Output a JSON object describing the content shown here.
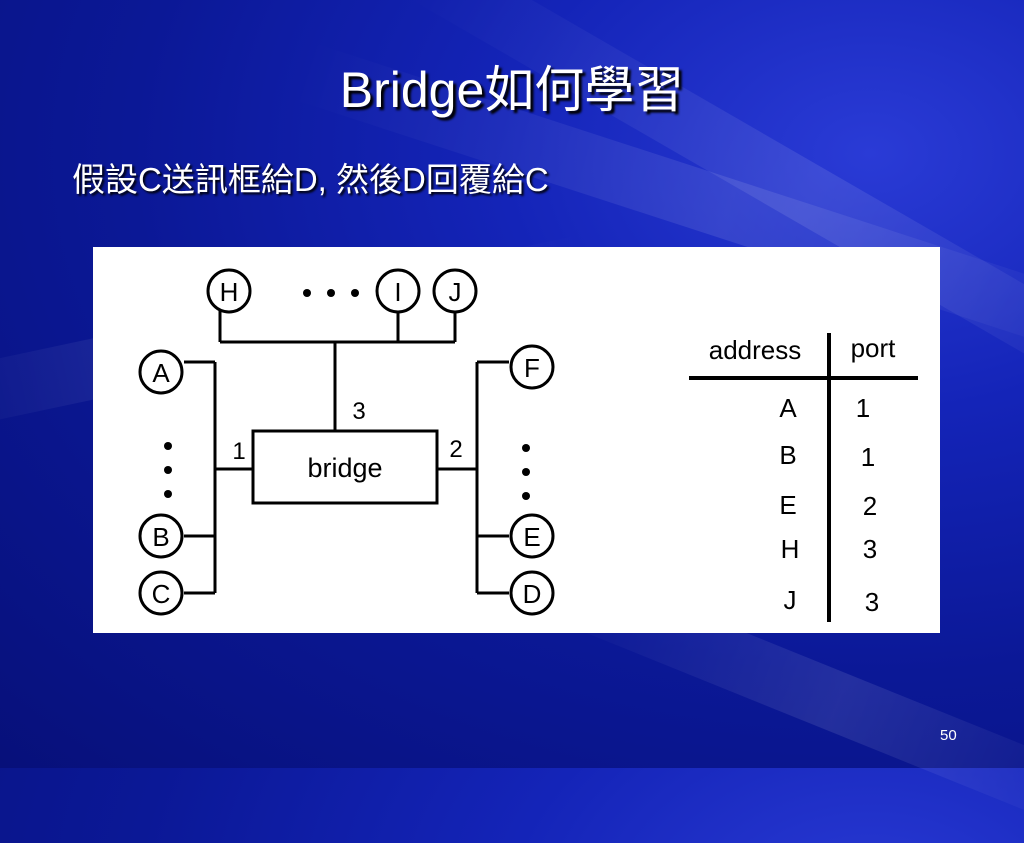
{
  "slide": {
    "title": "Bridge如何學習",
    "subtitle": "假設C送訊框給D, 然後D回覆給C",
    "number": "50"
  },
  "diagram": {
    "bridge_label": "bridge",
    "ports": {
      "p1": "1",
      "p2": "2",
      "p3": "3"
    },
    "nodes": {
      "A": "A",
      "B": "B",
      "C": "C",
      "D": "D",
      "E": "E",
      "F": "F",
      "H": "H",
      "I": "I",
      "J": "J"
    },
    "ellipsis_top": "• • •"
  },
  "table": {
    "headers": [
      "address",
      "port"
    ],
    "rows": [
      {
        "address": "A",
        "port": "1"
      },
      {
        "address": "B",
        "port": "1"
      },
      {
        "address": "E",
        "port": "2"
      },
      {
        "address": "H",
        "port": "3"
      },
      {
        "address": "J",
        "port": "3"
      }
    ]
  }
}
